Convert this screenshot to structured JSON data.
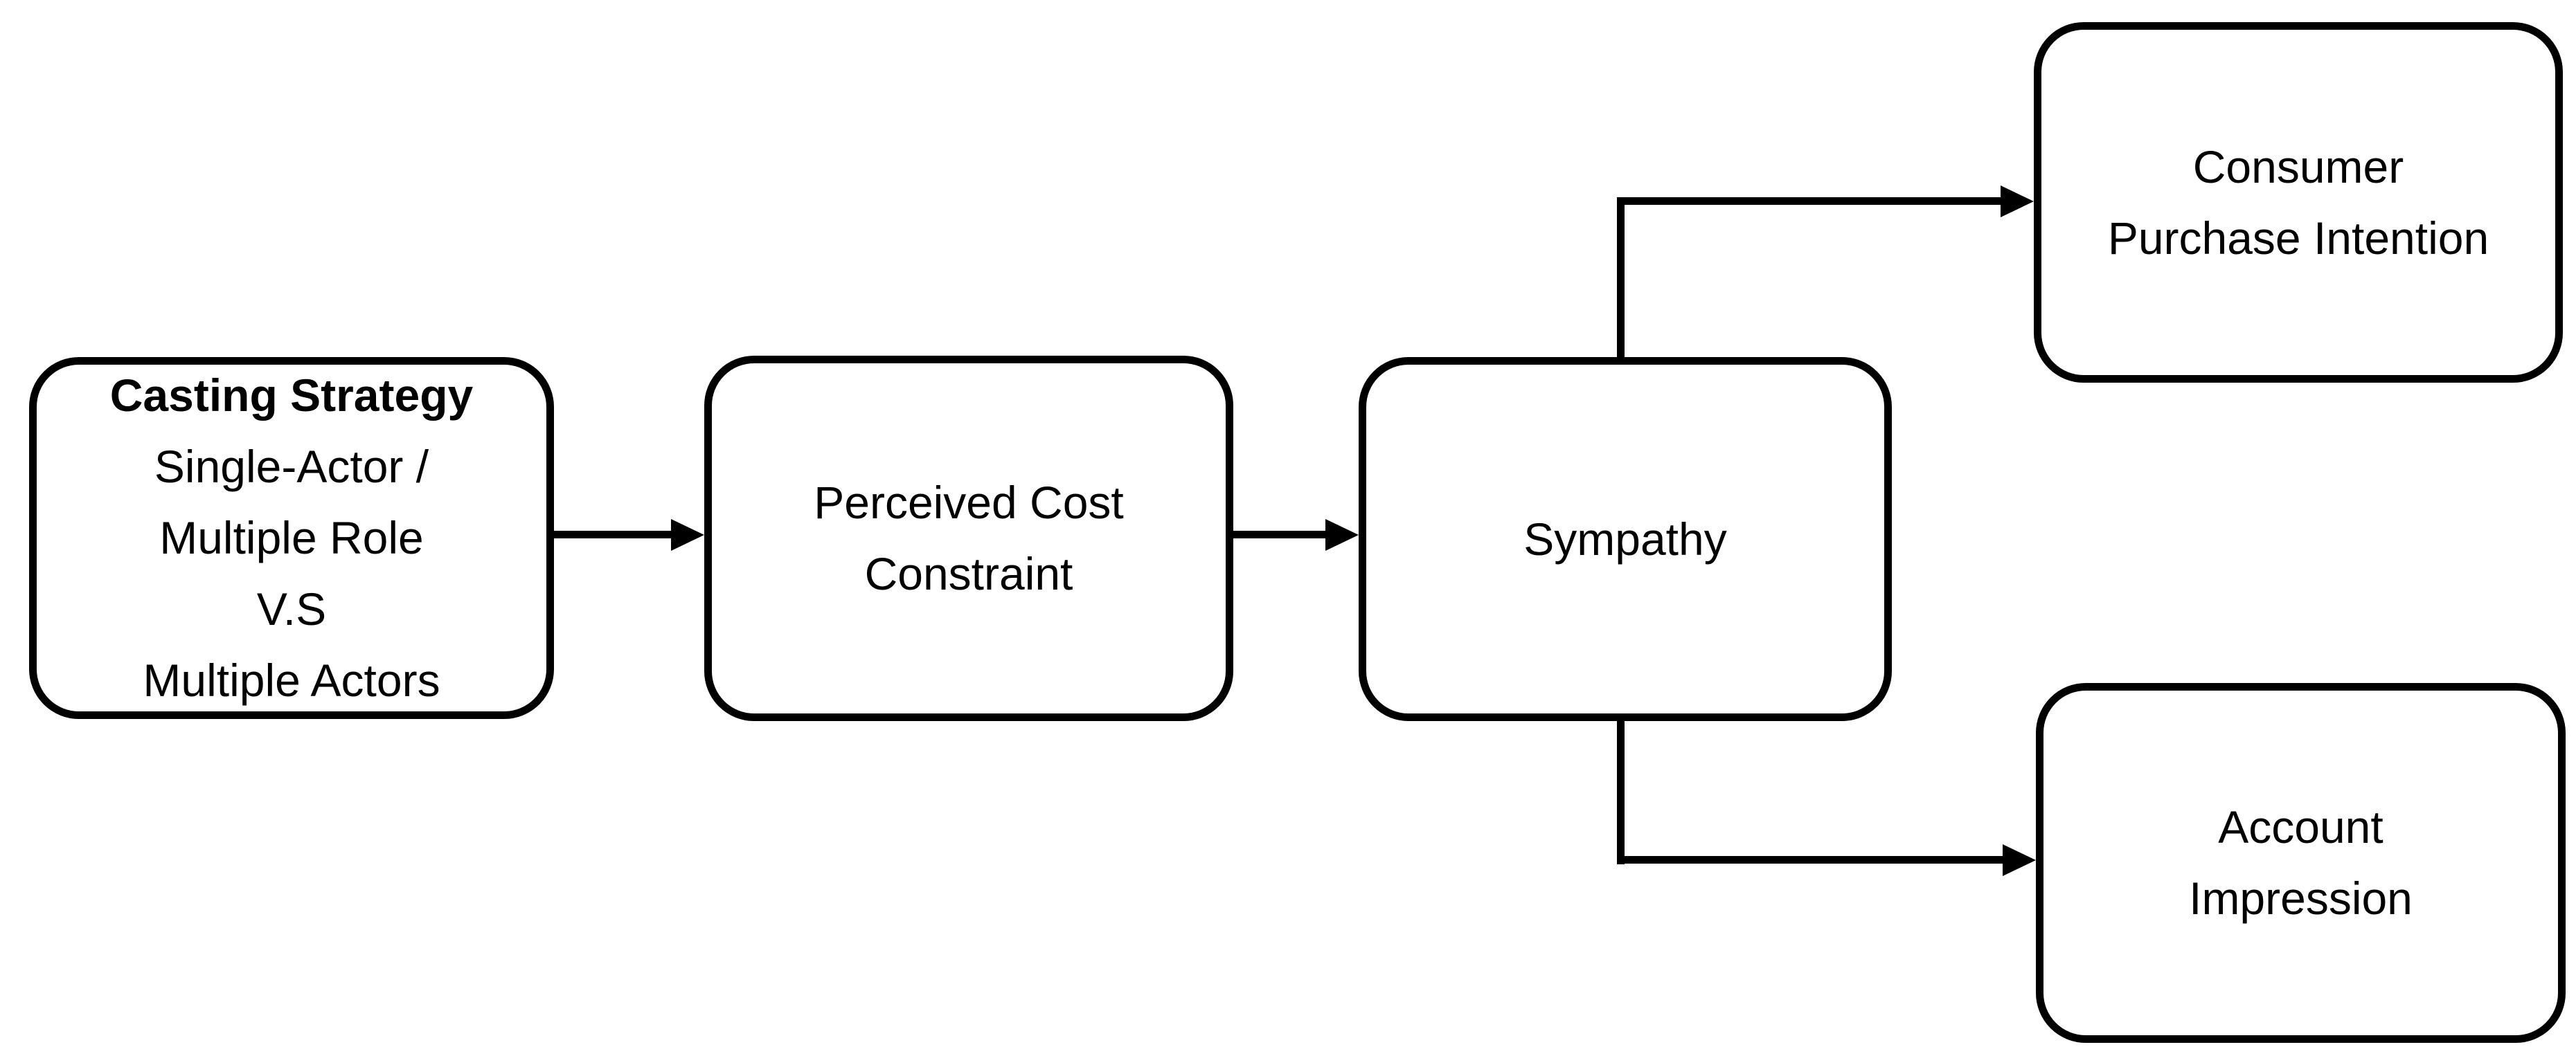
{
  "diagram": {
    "background_color": "#ffffff",
    "stroke_color": "#000000",
    "nodes": {
      "casting_strategy": {
        "lines": [
          "Casting Strategy",
          "Single-Actor /",
          "Multiple Role",
          "V.S",
          "Multiple Actors"
        ],
        "title_bold": "true"
      },
      "perceived_cost_constraint": {
        "lines": [
          "Perceived Cost",
          "Constraint"
        ]
      },
      "sympathy": {
        "lines": [
          "Sympathy"
        ]
      },
      "consumer_purchase_intention": {
        "lines": [
          "Consumer",
          "Purchase Intention"
        ]
      },
      "account_impression": {
        "lines": [
          "Account",
          "Impression"
        ]
      }
    },
    "edges": [
      {
        "from": "casting_strategy",
        "to": "perceived_cost_constraint",
        "style": "straight-arrow"
      },
      {
        "from": "perceived_cost_constraint",
        "to": "sympathy",
        "style": "straight-arrow"
      },
      {
        "from": "sympathy",
        "to": "consumer_purchase_intention",
        "style": "elbow-up-right-arrow"
      },
      {
        "from": "sympathy",
        "to": "account_impression",
        "style": "elbow-down-right-arrow"
      }
    ]
  }
}
